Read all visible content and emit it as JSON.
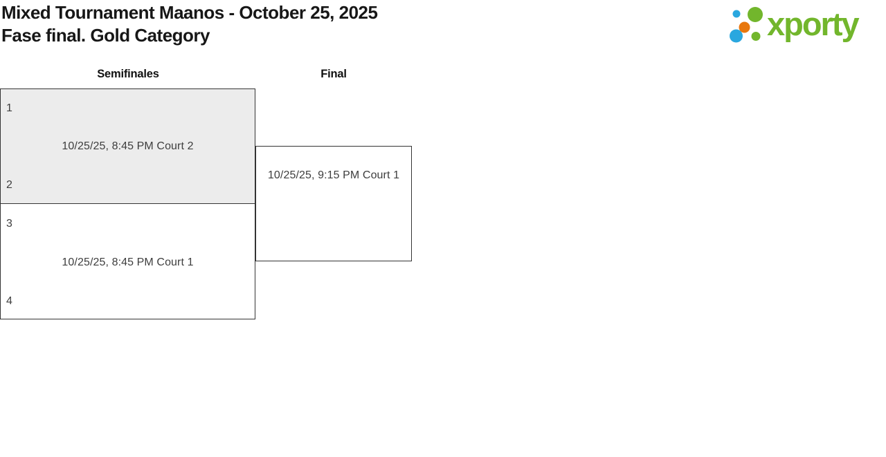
{
  "header": {
    "title_line1": "Mixed Tournament Maanos - October 25, 2025",
    "title_line2": "Fase final. Gold Category"
  },
  "logo": {
    "brand": "xporty",
    "colors": {
      "green": "#72b62c",
      "blue": "#2aa7df",
      "orange": "#e8770e"
    }
  },
  "bracket": {
    "rounds": [
      {
        "label": "Semifinales",
        "matches": [
          {
            "seed_top": "1",
            "seed_bottom": "2",
            "info": "10/25/25, 8:45 PM Court 2"
          },
          {
            "seed_top": "3",
            "seed_bottom": "4",
            "info": "10/25/25, 8:45 PM Court 1"
          }
        ]
      },
      {
        "label": "Final",
        "matches": [
          {
            "info": "10/25/25, 9:15 PM Court 1"
          }
        ]
      }
    ]
  },
  "colors": {
    "box_border": "#333333",
    "box_highlight_fill": "#ececec",
    "text_primary": "#171717",
    "text_secondary": "#3d3d3d"
  }
}
